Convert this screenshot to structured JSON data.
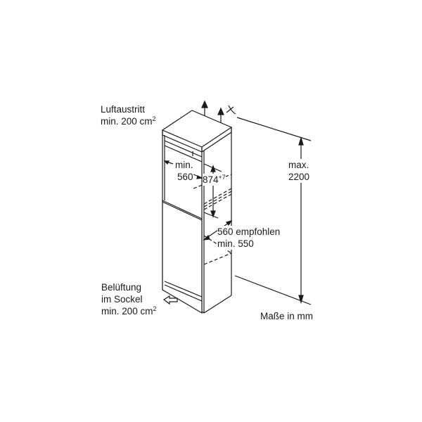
{
  "labels": {
    "air_outlet": {
      "line1": "Luftaustritt",
      "line2_prefix": "min. 200 cm",
      "sup": "2"
    },
    "ventilation": {
      "line1": "Belüftung",
      "line2": "im Sockel",
      "line3_prefix": "min. 200 cm",
      "sup": "2"
    },
    "niche_width": {
      "line1": "min.",
      "line2": "560"
    },
    "niche_height": {
      "value": "874",
      "tolerance": "+7"
    },
    "depth": {
      "line1": "560 empfohlen",
      "line2": "min. 550"
    },
    "total_height": {
      "line1": "max.",
      "line2": "2200"
    },
    "units": "Maße in mm"
  },
  "colors": {
    "line": "#1a1a1a",
    "background": "#ffffff"
  }
}
